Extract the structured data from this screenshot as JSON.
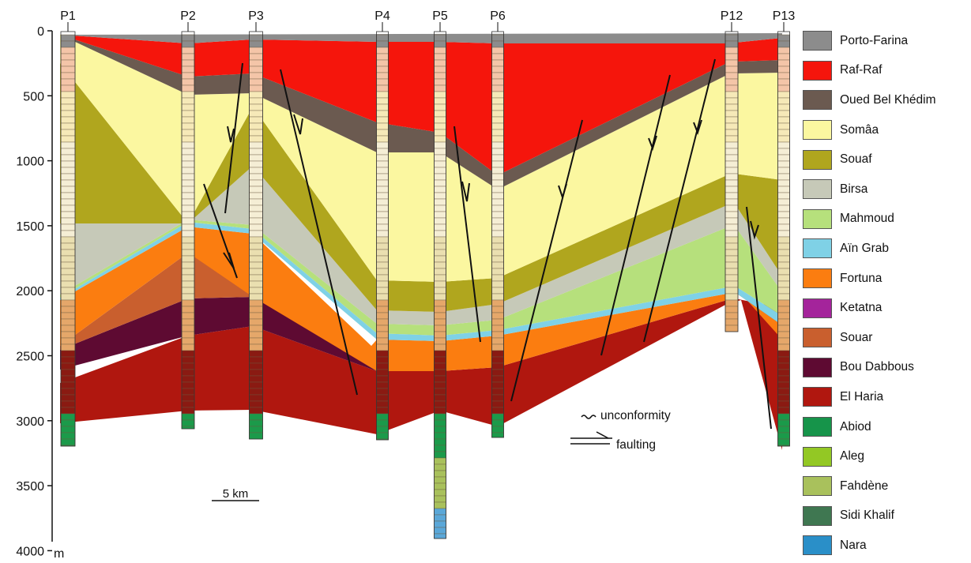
{
  "wells": [
    "P1",
    "P2",
    "P3",
    "P4",
    "P5",
    "P6",
    "P12",
    "P13"
  ],
  "depth_axis": {
    "ticks": [
      "0",
      "500",
      "1000",
      "1500",
      "2000",
      "2500",
      "3000",
      "3500",
      "4000"
    ],
    "unit": "m"
  },
  "scale_bar": "5 km",
  "key": {
    "unconformity": "unconformity",
    "faulting": "faulting"
  },
  "legend": [
    {
      "name": "Porto-Farina",
      "color": "#8c8c8c"
    },
    {
      "name": "Raf-Raf",
      "color": "#f5150c"
    },
    {
      "name": "Oued Bel Khédim",
      "color": "#6b5a50"
    },
    {
      "name": "Somâa",
      "color": "#fbf7a0"
    },
    {
      "name": "Souaf",
      "color": "#b0a61e"
    },
    {
      "name": "Birsa",
      "color": "#c6c9b8"
    },
    {
      "name": "Mahmoud",
      "color": "#b6e07c"
    },
    {
      "name": "Aïn Grab",
      "color": "#7fd1e6"
    },
    {
      "name": "Fortuna",
      "color": "#fb7d10"
    },
    {
      "name": "Ketatna",
      "color": "#a4249b"
    },
    {
      "name": "Souar",
      "color": "#c95f2e"
    },
    {
      "name": "Bou Dabbous",
      "color": "#5e0a32"
    },
    {
      "name": "El Haria",
      "color": "#b0170f"
    },
    {
      "name": "Abiod",
      "color": "#16944a"
    },
    {
      "name": "Aleg",
      "color": "#93c824"
    },
    {
      "name": "Fahdène",
      "color": "#a9c15c"
    },
    {
      "name": "Sidi Khalif",
      "color": "#3f7751"
    },
    {
      "name": "Nara",
      "color": "#2a8fc8"
    }
  ]
}
